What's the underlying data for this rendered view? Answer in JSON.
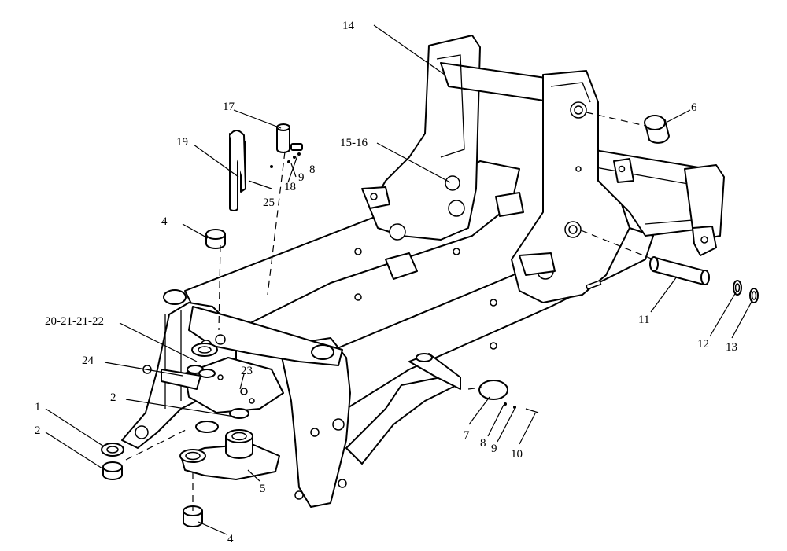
{
  "callouts": {
    "c1": "1",
    "c2a": "2",
    "c2b": "2",
    "c4a": "4",
    "c4b": "4",
    "c5": "5",
    "c6": "6",
    "c7": "7",
    "c8a": "8",
    "c8b": "8",
    "c9a": "9",
    "c9b": "9",
    "c10": "10",
    "c11": "11",
    "c12": "12",
    "c13": "13",
    "c14": "14",
    "c15_16": "15-16",
    "c17": "17",
    "c18": "18",
    "c19": "19",
    "c20_22": "20-21-21-22",
    "c23": "23",
    "c24": "24",
    "c25": "25"
  }
}
